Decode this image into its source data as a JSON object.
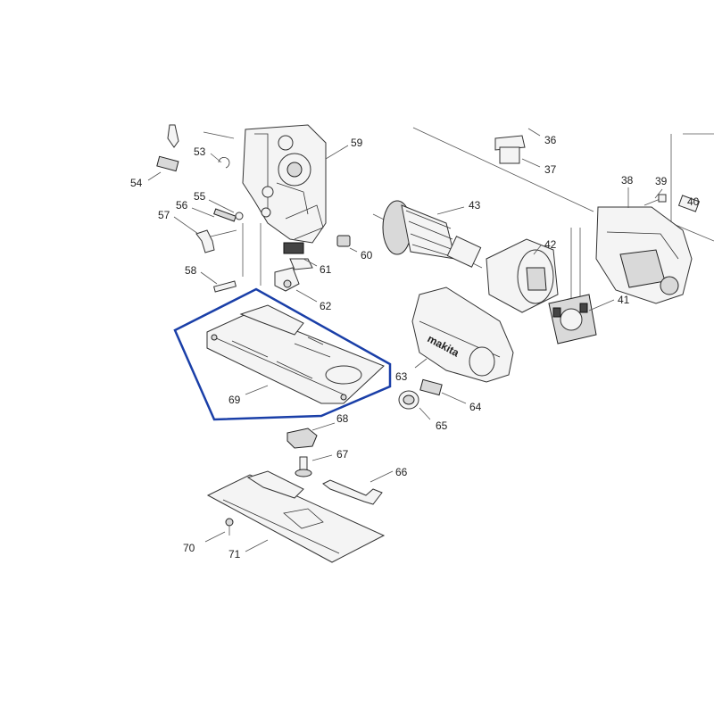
{
  "diagram": {
    "highlight_color": "#1a3fa8",
    "line_color": "#333333",
    "logo_text": "makita",
    "callouts": {
      "c36": "36",
      "c37": "37",
      "c38": "38",
      "c39": "39",
      "c40": "40",
      "c41": "41",
      "c42": "42",
      "c43": "43",
      "c53": "53",
      "c54": "54",
      "c55": "55",
      "c56": "56",
      "c57": "57",
      "c58": "58",
      "c59": "59",
      "c60": "60",
      "c61": "61",
      "c62": "62",
      "c63": "63",
      "c64": "64",
      "c65": "65",
      "c66": "66",
      "c67": "67",
      "c68": "68",
      "c69": "69",
      "c70": "70",
      "c71": "71"
    }
  }
}
